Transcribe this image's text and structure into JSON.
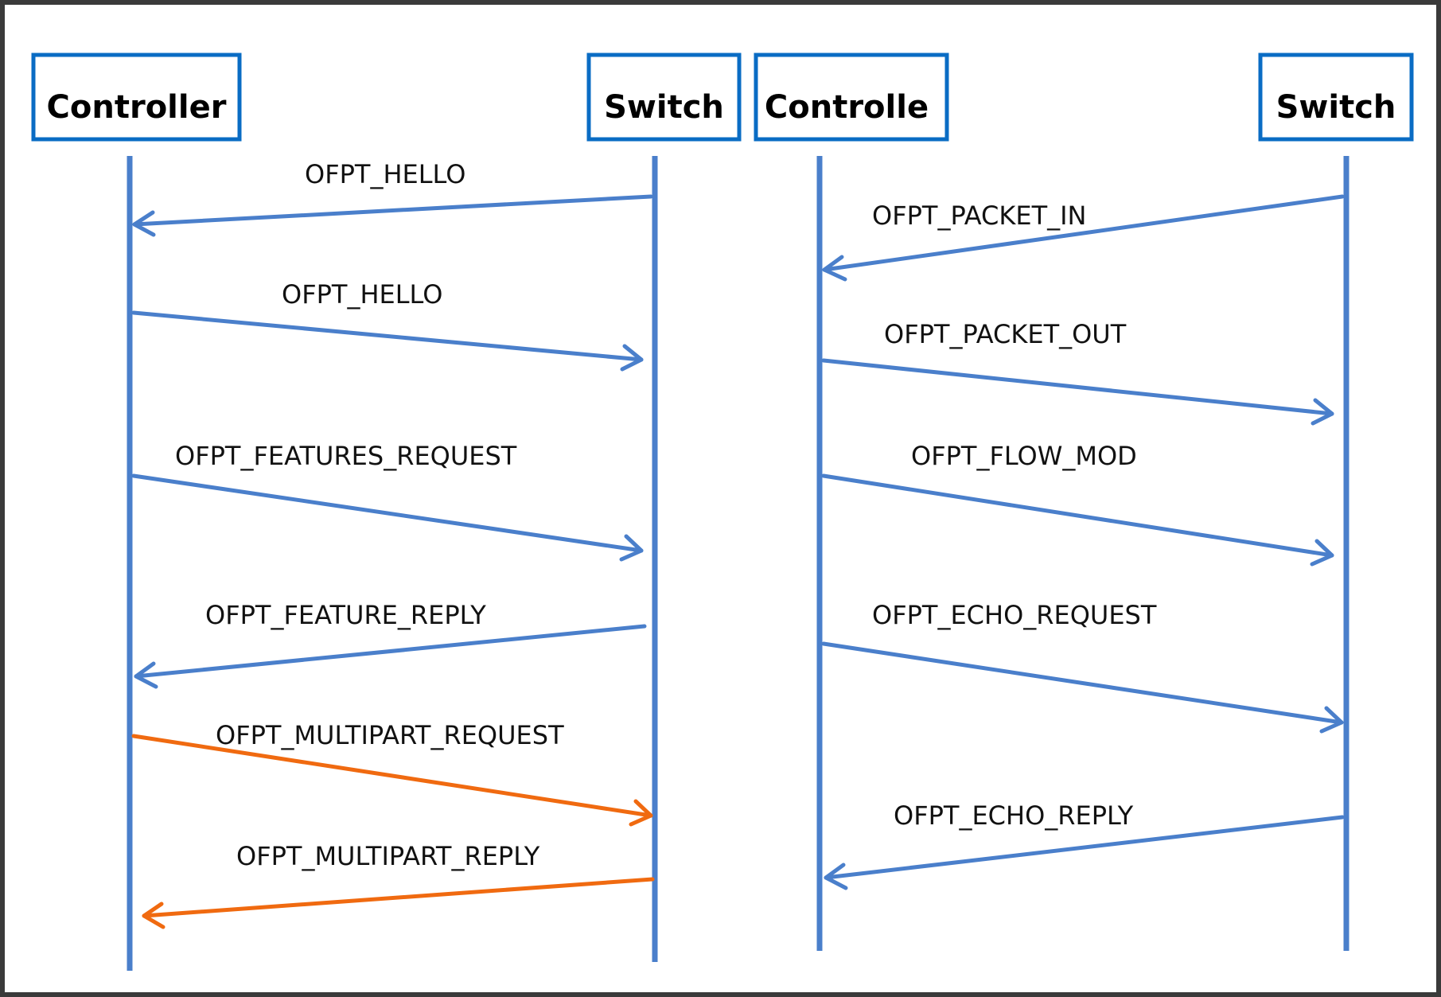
{
  "colors": {
    "frame": "#3a3a3a",
    "actor_border": "#0a6cc4",
    "lifeline": "#4a7fcb",
    "message_default": "#4a7fcb",
    "message_highlight": "#f06a10"
  },
  "diagrams": [
    {
      "actors": [
        "Controller",
        "Switch"
      ],
      "messages": [
        {
          "label": "OFPT_HELLO",
          "from": "Switch",
          "to": "Controller",
          "color": "#4a7fcb"
        },
        {
          "label": "OFPT_HELLO",
          "from": "Controller",
          "to": "Switch",
          "color": "#4a7fcb"
        },
        {
          "label": "OFPT_FEATURES_REQUEST",
          "from": "Controller",
          "to": "Switch",
          "color": "#4a7fcb"
        },
        {
          "label": "OFPT_FEATURE_REPLY",
          "from": "Switch",
          "to": "Controller",
          "color": "#4a7fcb"
        },
        {
          "label": "OFPT_MULTIPART_REQUEST",
          "from": "Controller",
          "to": "Switch",
          "color": "#f06a10"
        },
        {
          "label": "OFPT_MULTIPART_REPLY",
          "from": "Switch",
          "to": "Controller",
          "color": "#f06a10"
        }
      ]
    },
    {
      "actors": [
        "Controlle",
        "Switch"
      ],
      "messages": [
        {
          "label": "OFPT_PACKET_IN",
          "from": "Switch",
          "to": "Controlle",
          "color": "#4a7fcb"
        },
        {
          "label": "OFPT_PACKET_OUT",
          "from": "Controlle",
          "to": "Switch",
          "color": "#4a7fcb"
        },
        {
          "label": "OFPT_FLOW_MOD",
          "from": "Controlle",
          "to": "Switch",
          "color": "#4a7fcb"
        },
        {
          "label": "OFPT_ECHO_REQUEST",
          "from": "Controlle",
          "to": "Switch",
          "color": "#4a7fcb"
        },
        {
          "label": "OFPT_ECHO_REPLY",
          "from": "Switch",
          "to": "Controlle",
          "color": "#4a7fcb"
        }
      ]
    }
  ]
}
